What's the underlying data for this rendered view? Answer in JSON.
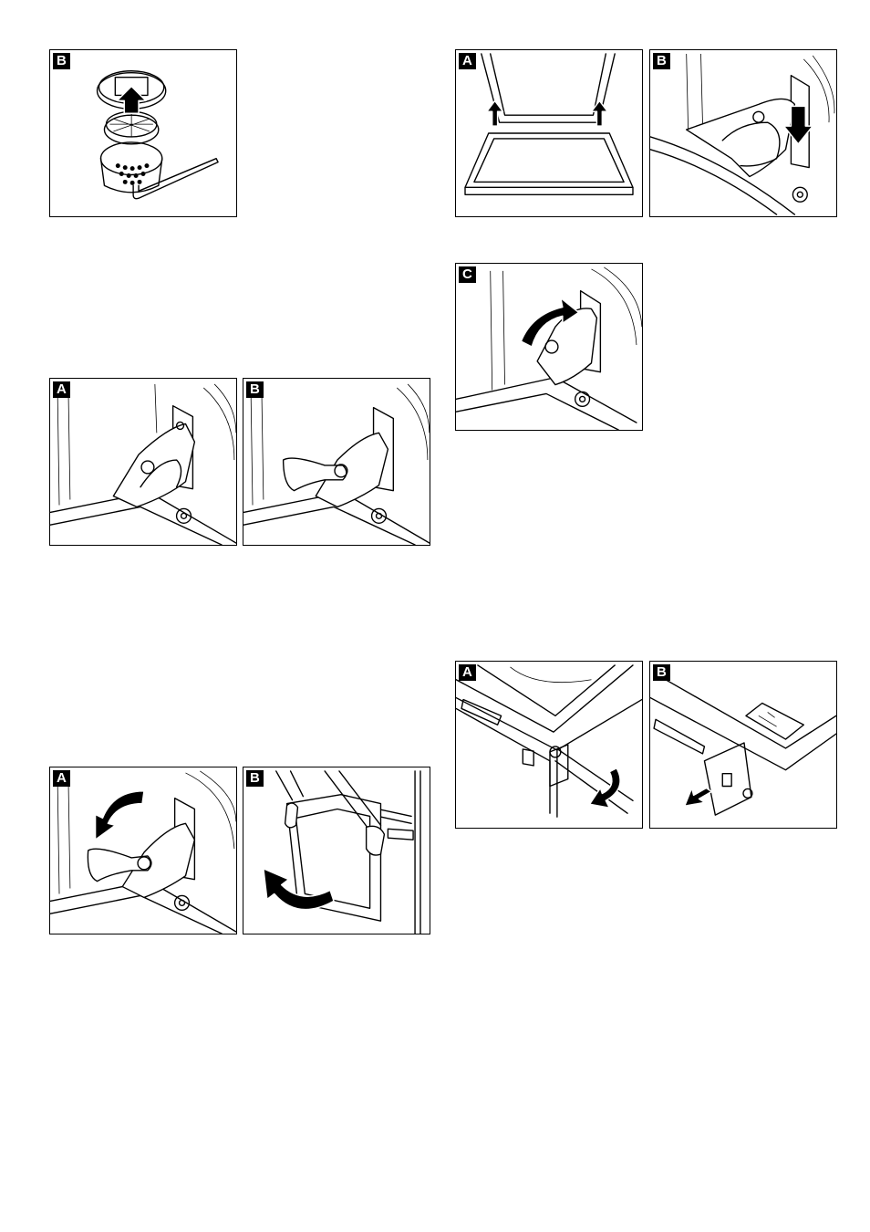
{
  "panels": {
    "p1_b": "B",
    "p2_a": "A",
    "p3_b": "B",
    "p4_a": "A",
    "p5_b": "B",
    "p6_c": "C",
    "p7_a": "A",
    "p8_b": "B",
    "p9_a": "A",
    "p10_b": "B"
  }
}
